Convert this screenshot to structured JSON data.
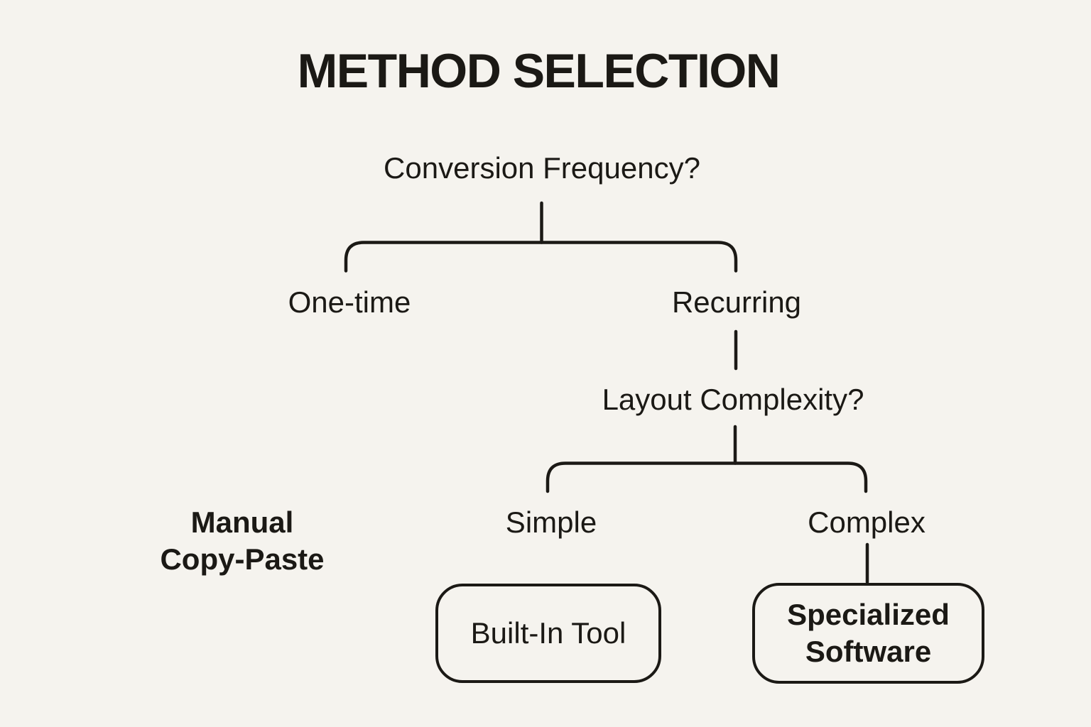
{
  "canvas": {
    "background": "#f5f3ee",
    "ink": "#1b1915"
  },
  "title": "METHOD SELECTION",
  "nodes": {
    "root_question": "Conversion Frequency?",
    "one_time": "One-time",
    "recurring": "Recurring",
    "manual_line1": "Manual",
    "manual_line2": "Copy-Paste",
    "second_question": "Layout Complexity?",
    "simple": "Simple",
    "complex": "Complex",
    "built_in_tool": "Built-In Tool",
    "specialized_line1": "Specialized",
    "specialized_line2": "Software"
  },
  "structure": {
    "root": "Conversion Frequency?",
    "edges": [
      {
        "from": "Conversion Frequency?",
        "to": "One-time"
      },
      {
        "from": "Conversion Frequency?",
        "to": "Recurring"
      },
      {
        "from": "One-time",
        "to": "Manual Copy-Paste"
      },
      {
        "from": "Recurring",
        "to": "Layout Complexity?"
      },
      {
        "from": "Layout Complexity?",
        "to": "Simple"
      },
      {
        "from": "Layout Complexity?",
        "to": "Complex"
      },
      {
        "from": "Simple",
        "to": "Built-In Tool"
      },
      {
        "from": "Complex",
        "to": "Specialized Software"
      }
    ],
    "outcomes": [
      "Manual Copy-Paste",
      "Built-In Tool",
      "Specialized Software"
    ]
  }
}
